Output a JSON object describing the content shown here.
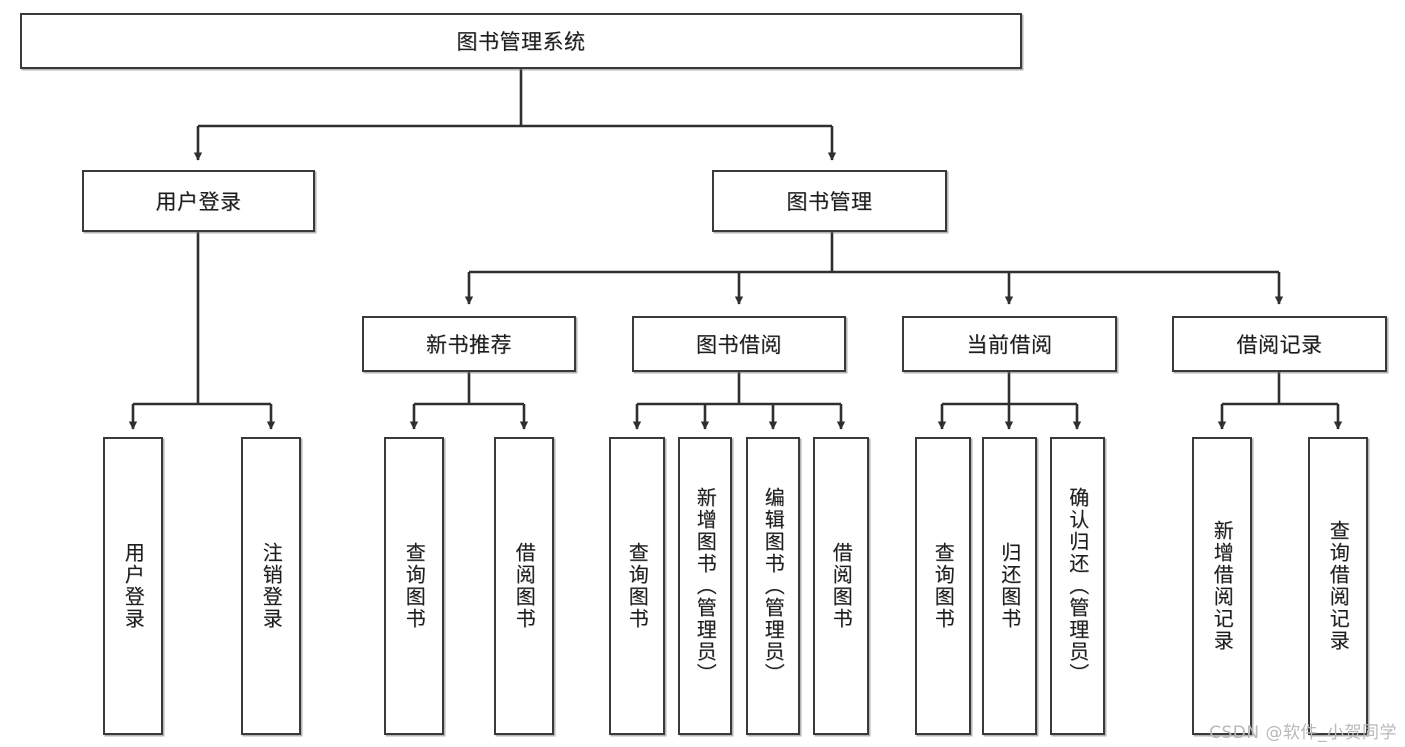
{
  "diagram": {
    "type": "tree-hierarchy",
    "title": "图书管理系统",
    "orientation": "top-down",
    "line_color": "#3a3a3a",
    "box_fill": "#ffffff",
    "text_color": "#1d1d1d",
    "root": {
      "label": "图书管理系统"
    },
    "level2": [
      {
        "label": "用户登录"
      },
      {
        "label": "图书管理"
      }
    ],
    "level3": [
      {
        "label": "新书推荐"
      },
      {
        "label": "图书借阅"
      },
      {
        "label": "当前借阅"
      },
      {
        "label": "借阅记录"
      }
    ],
    "leaves": {
      "user_login": [
        {
          "label": "用户登录"
        },
        {
          "label": "注销登录"
        }
      ],
      "new_book_recommend": [
        {
          "label": "查询图书"
        },
        {
          "label": "借阅图书"
        }
      ],
      "book_borrow": [
        {
          "label": "查询图书"
        },
        {
          "label": "新增图书（管理员）"
        },
        {
          "label": "编辑图书（管理员）"
        },
        {
          "label": "借阅图书"
        }
      ],
      "current_borrow": [
        {
          "label": "查询图书"
        },
        {
          "label": "归还图书"
        },
        {
          "label": "确认归还（管理员）"
        }
      ],
      "borrow_records": [
        {
          "label": "新增借阅记录"
        },
        {
          "label": "查询借阅记录"
        }
      ]
    }
  },
  "watermark": {
    "text": "CSDN @软件_小贺同学",
    "color": "#b9b9b9"
  }
}
